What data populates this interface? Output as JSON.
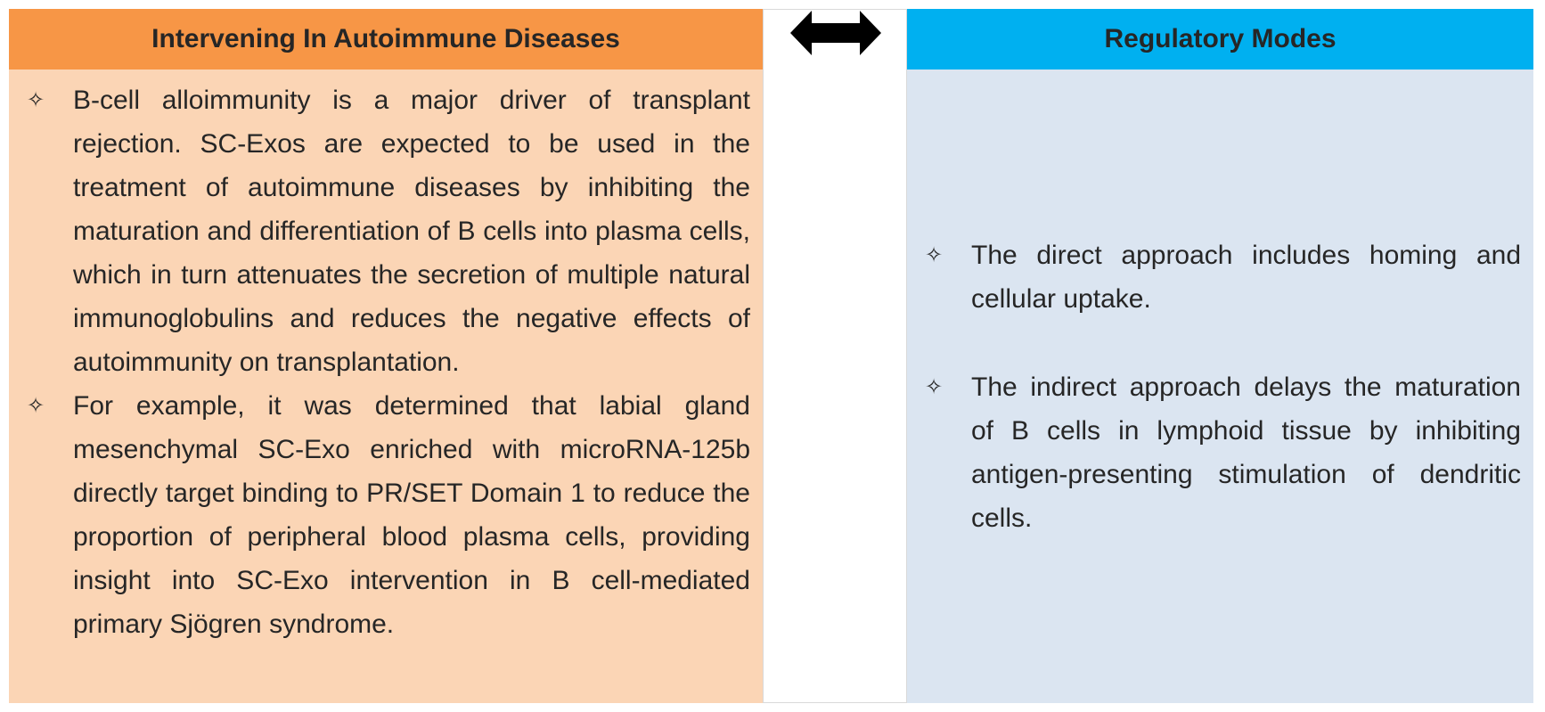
{
  "left_panel": {
    "title": "Intervening In Autoimmune Diseases",
    "bullets": [
      "B-cell alloimmunity is a major driver of transplant rejection. SC-Exos are expected to be used in the treatment of autoimmune diseases by inhibiting the maturation and differentiation of B cells into plasma cells, which in turn attenuates the secretion of multiple natural immunoglobulins and reduces the negative effects of autoimmunity on transplantation.",
      "For example, it was determined that labial gland mesenchymal SC-Exo enriched with microRNA-125b directly target binding to PR/SET Domain 1 to reduce the proportion of peripheral blood plasma cells, providing insight into SC-Exo intervention in B cell-mediated primary Sjögren syndrome."
    ]
  },
  "right_panel": {
    "title": "Regulatory Modes",
    "bullets": [
      "The direct approach includes homing and cellular uptake.",
      "The indirect approach delays the maturation of B cells in lymphoid tissue by inhibiting antigen-presenting stimulation of dendritic cells."
    ]
  },
  "bullet_glyph": "✧",
  "connector": {
    "icon": "double-headed-arrow-icon",
    "color": "#000000"
  },
  "colors": {
    "left_header": "#f79646",
    "left_body": "#fbd5b5",
    "right_header": "#00b0f0",
    "right_body": "#dbe5f1"
  }
}
